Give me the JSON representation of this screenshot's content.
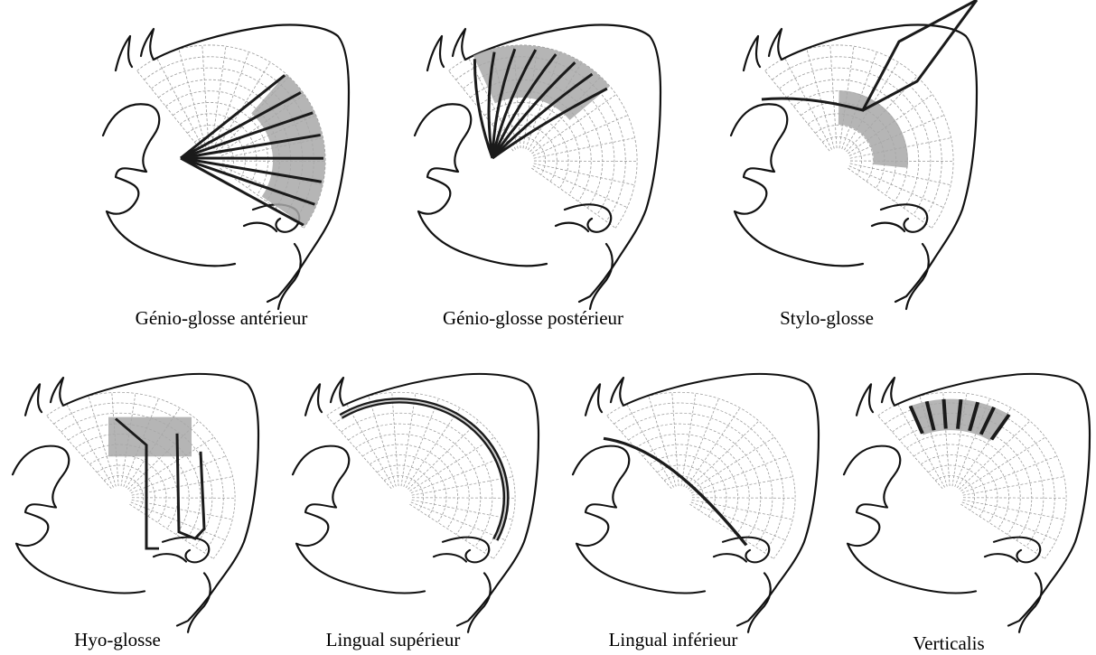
{
  "figure": {
    "panels": [
      {
        "id": "genio-glosse-anterieur",
        "label": "Génio-glosse antérieur",
        "muscle": "ga"
      },
      {
        "id": "genio-glosse-posterieur",
        "label": "Génio-glosse postérieur",
        "muscle": "gp"
      },
      {
        "id": "stylo-glosse",
        "label": "Stylo-glosse",
        "muscle": "sg"
      },
      {
        "id": "hyo-glosse",
        "label": "Hyo-glosse",
        "muscle": "hg"
      },
      {
        "id": "lingual-superieur",
        "label": "Lingual supérieur",
        "muscle": "ls"
      },
      {
        "id": "lingual-inferieur",
        "label": "Lingual inférieur",
        "muscle": "li"
      },
      {
        "id": "verticalis",
        "label": "Verticalis",
        "muscle": "ve"
      }
    ],
    "colors": {
      "outline": "#111111",
      "grid": "#9a9a9a",
      "muscle_fill": "#a8a8a8",
      "muscle_line": "#1a1a1a"
    }
  }
}
